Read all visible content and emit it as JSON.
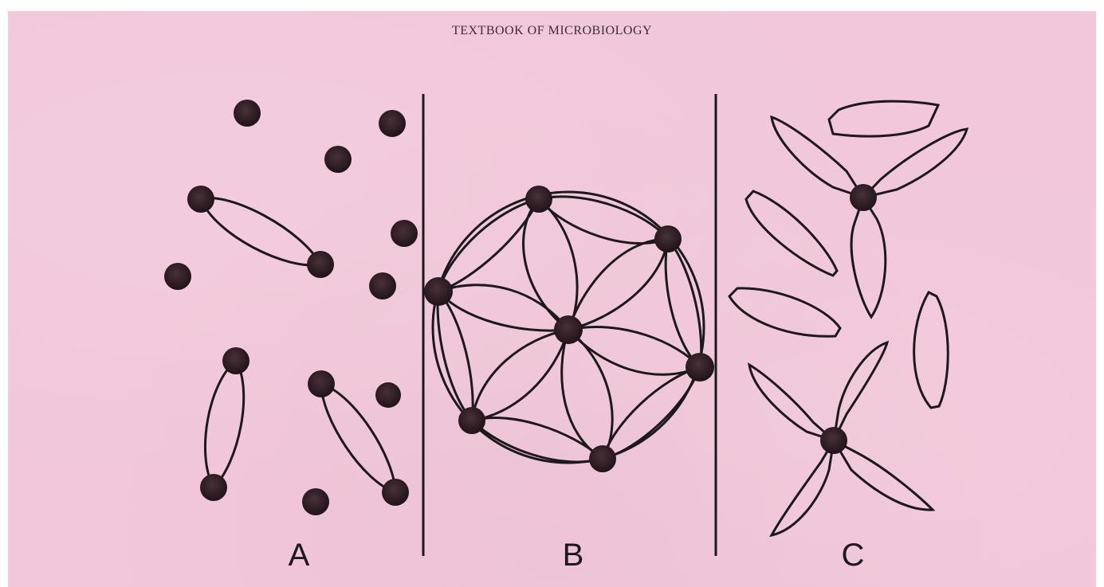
{
  "header": {
    "text": "TEXTBOOK OF MICROBIOLOGY"
  },
  "panels": [
    {
      "label": "A"
    },
    {
      "label": "B"
    },
    {
      "label": "C"
    }
  ],
  "colors": {
    "paper": "#f1c7d9",
    "ink": "#1a1a1a",
    "dot": "#2a1f24"
  }
}
